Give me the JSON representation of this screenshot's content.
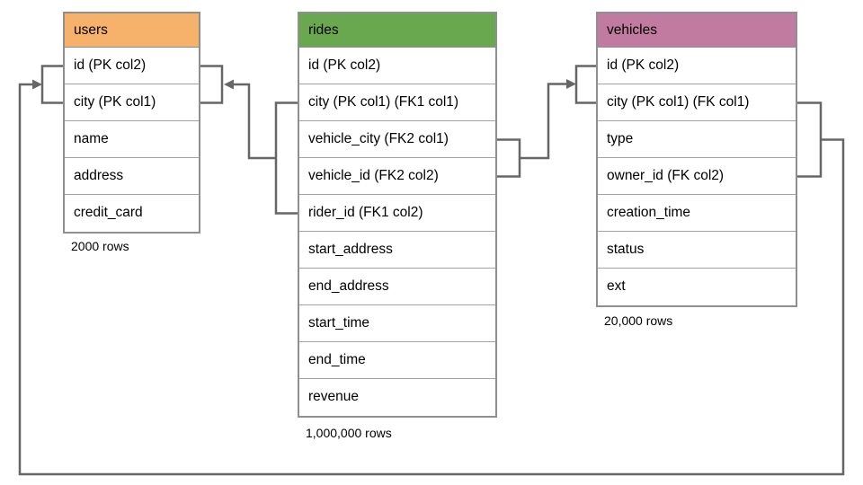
{
  "diagram": {
    "tables": [
      {
        "name": "users",
        "header_color": "#f6b26b",
        "columns": [
          "id (PK col2)",
          "city (PK col1)",
          "name",
          "address",
          "credit_card"
        ],
        "row_count_label": "2000 rows"
      },
      {
        "name": "rides",
        "header_color": "#6aa84f",
        "columns": [
          "id (PK col2)",
          "city (PK col1) (FK1 col1)",
          "vehicle_city (FK2 col1)",
          "vehicle_id (FK2 col2)",
          "rider_id (FK1 col2)",
          "start_address",
          "end_address",
          "start_time",
          "end_time",
          "revenue"
        ],
        "row_count_label": "1,000,000 rows"
      },
      {
        "name": "vehicles",
        "header_color": "#c27ba0",
        "columns": [
          "id (PK col2)",
          "city (PK col1) (FK col1)",
          "type",
          "owner_id (FK col2)",
          "creation_time",
          "status",
          "ext"
        ],
        "row_count_label": "20,000 rows"
      }
    ],
    "relationships": [
      {
        "name": "rides-to-users",
        "from": "rides (city, rider_id)",
        "to": "users (city, id)"
      },
      {
        "name": "rides-to-vehicles",
        "from": "rides (vehicle_city, vehicle_id)",
        "to": "vehicles (city, id)"
      },
      {
        "name": "vehicles-to-users",
        "from": "vehicles (city, owner_id)",
        "to": "users (city, id)"
      }
    ],
    "colors": {
      "users_header": "#f6b26b",
      "rides_header": "#6aa84f",
      "vehicles_header": "#c27ba0",
      "connector": "#666666",
      "table_border": "#8f8f8f",
      "text": "#000000",
      "background": "#ffffff"
    }
  }
}
